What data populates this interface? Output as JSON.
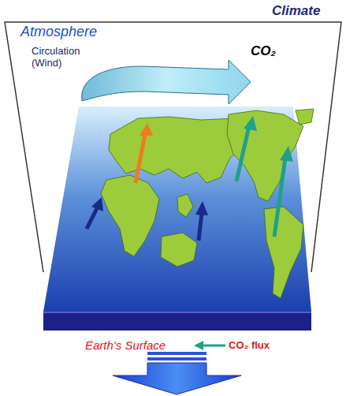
{
  "diagram": {
    "labels": [
      "Climate",
      "Atmosphere",
      "Circulation (Wind)",
      "CO₂",
      "Earth's Surface",
      "CO₂ flux"
    ]
  }
}
